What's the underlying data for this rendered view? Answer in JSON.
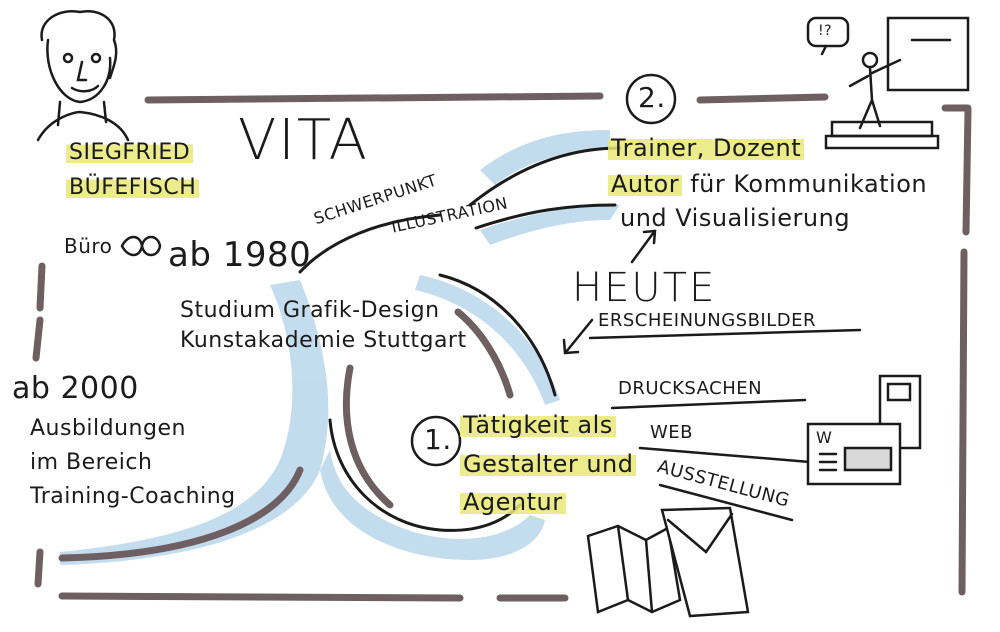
{
  "texts": {
    "name_first": "SIEGFRIED",
    "name_last": "BÜFEFISCH",
    "vita": "VITA",
    "buero": "Büro",
    "since_1980": "ab 1980",
    "study_1": "Studium Grafik-Design",
    "study_2": "Kunstakademie Stuttgart",
    "since_2000": "ab 2000",
    "training_1": "Ausbildungen",
    "training_2": "im Bereich",
    "training_3": "Training-Coaching",
    "focus_1": "SCHWERPUNKT",
    "focus_2": "ILLUSTRATION",
    "num_1": "1.",
    "num_2": "2.",
    "activity_1": "Tätigkeit als",
    "activity_2": "Gestalter und",
    "activity_3": "Agentur",
    "trainer_1": "Trainer, Dozent",
    "trainer_2a": "Autor",
    "trainer_2b": "für Kommunikation",
    "trainer_3": "und Visualisierung",
    "today": "HEUTE",
    "list_1": "ERSCHEINUNGSBILDER",
    "list_2": "DRUCKSACHEN",
    "list_3": "WEB",
    "list_4": "AUSSTELLUNG",
    "web_icon_letter": "W",
    "speech_mark": "!?"
  },
  "colors": {
    "ink": "#1b1b1b",
    "frame": "#6e5f63",
    "highlight": "#e8e878",
    "swoosh_blue": "#bcd8ec"
  }
}
